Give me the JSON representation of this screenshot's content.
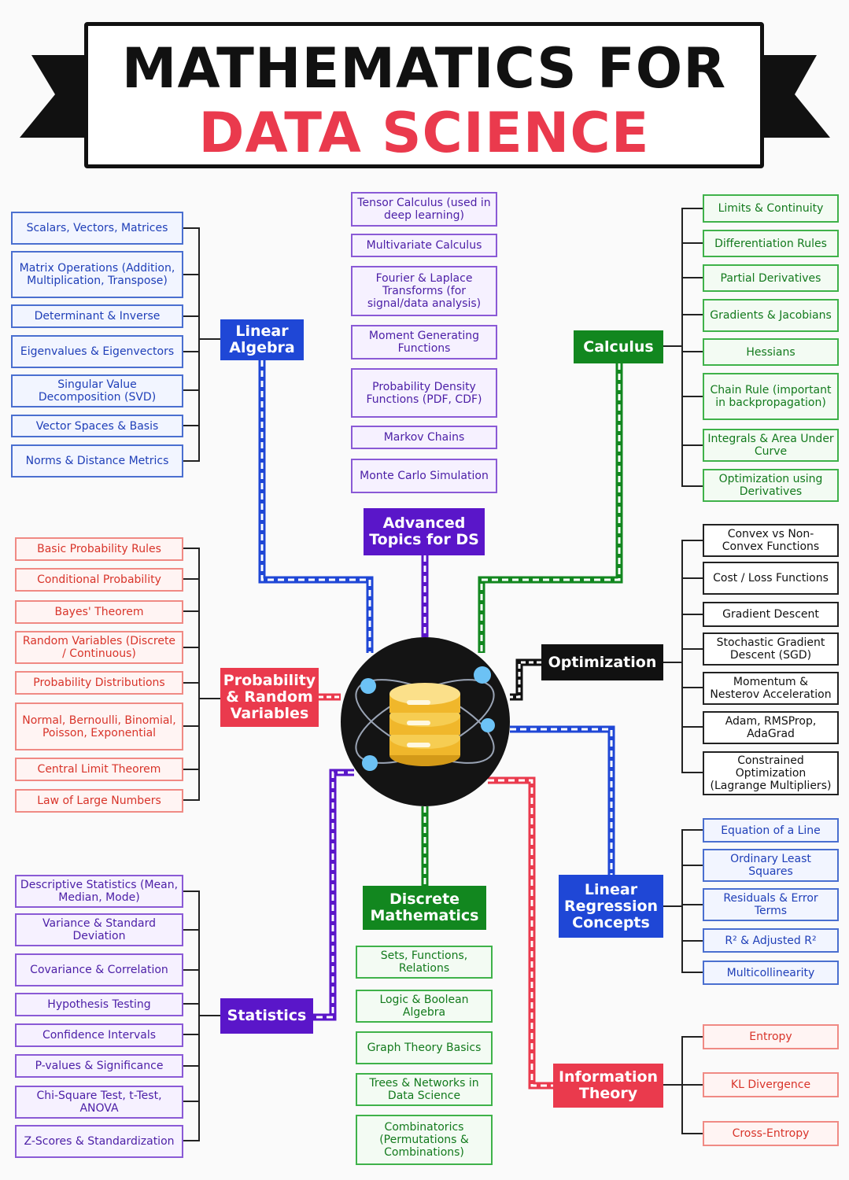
{
  "title": {
    "line1": "MATHEMATICS FOR",
    "line2": "DATA SCIENCE"
  },
  "colors": {
    "blue": "#1f47d6",
    "green": "#12871f",
    "purple": "#5a16c9",
    "red": "#ea3a4d",
    "black": "#111111",
    "title_red": "#ea3a4d"
  },
  "topics": {
    "linear_algebra": "Linear Algebra",
    "calculus": "Calculus",
    "advanced": "Advanced Topics for DS",
    "probability": "Probability & Random Variables",
    "optimization": "Optimization",
    "statistics": "Statistics",
    "discrete": "Discrete Mathematics",
    "linear_regression": "Linear Regression Concepts",
    "information_theory": "Information Theory"
  },
  "linear_algebra_items": [
    "Scalars, Vectors, Matrices",
    "Matrix Operations (Addition, Multiplication, Transpose)",
    "Determinant & Inverse",
    "Eigenvalues & Eigenvectors",
    "Singular Value Decomposition (SVD)",
    "Vector Spaces & Basis",
    "Norms & Distance Metrics"
  ],
  "calculus_items": [
    "Limits & Continuity",
    "Differentiation Rules",
    "Partial Derivatives",
    "Gradients & Jacobians",
    "Hessians",
    "Chain Rule (important in backpropagation)",
    "Integrals & Area Under Curve",
    "Optimization using Derivatives"
  ],
  "advanced_items": [
    "Tensor Calculus (used in deep learning)",
    "Multivariate Calculus",
    "Fourier & Laplace Transforms (for signal/data analysis)",
    "Moment Generating Functions",
    "Probability Density Functions (PDF, CDF)",
    "Markov Chains",
    "Monte Carlo Simulation"
  ],
  "probability_items": [
    "Basic Probability Rules",
    "Conditional Probability",
    "Bayes' Theorem",
    "Random Variables (Discrete / Continuous)",
    "Probability Distributions",
    "Normal, Bernoulli, Binomial, Poisson, Exponential",
    "Central Limit Theorem",
    "Law of Large Numbers"
  ],
  "optimization_items": [
    "Convex vs Non-Convex Functions",
    "Cost / Loss Functions",
    "Gradient Descent",
    "Stochastic Gradient Descent (SGD)",
    "Momentum & Nesterov Acceleration",
    "Adam, RMSProp, AdaGrad",
    "Constrained Optimization (Lagrange Multipliers)"
  ],
  "statistics_items": [
    "Descriptive Statistics (Mean, Median, Mode)",
    "Variance & Standard Deviation",
    "Covariance & Correlation",
    "Hypothesis Testing",
    "Confidence Intervals",
    "P-values & Significance",
    "Chi-Square Test, t-Test, ANOVA",
    "Z-Scores & Standardization"
  ],
  "discrete_items": [
    "Sets, Functions, Relations",
    "Logic & Boolean Algebra",
    "Graph Theory Basics",
    "Trees & Networks in Data Science",
    "Combinatorics (Permutations & Combinations)"
  ],
  "regression_items": [
    "Equation of a Line",
    "Ordinary Least Squares",
    "Residuals & Error Terms",
    "R² & Adjusted R²",
    "Multicollinearity"
  ],
  "information_items": [
    "Entropy",
    "KL Divergence",
    "Cross-Entropy"
  ]
}
